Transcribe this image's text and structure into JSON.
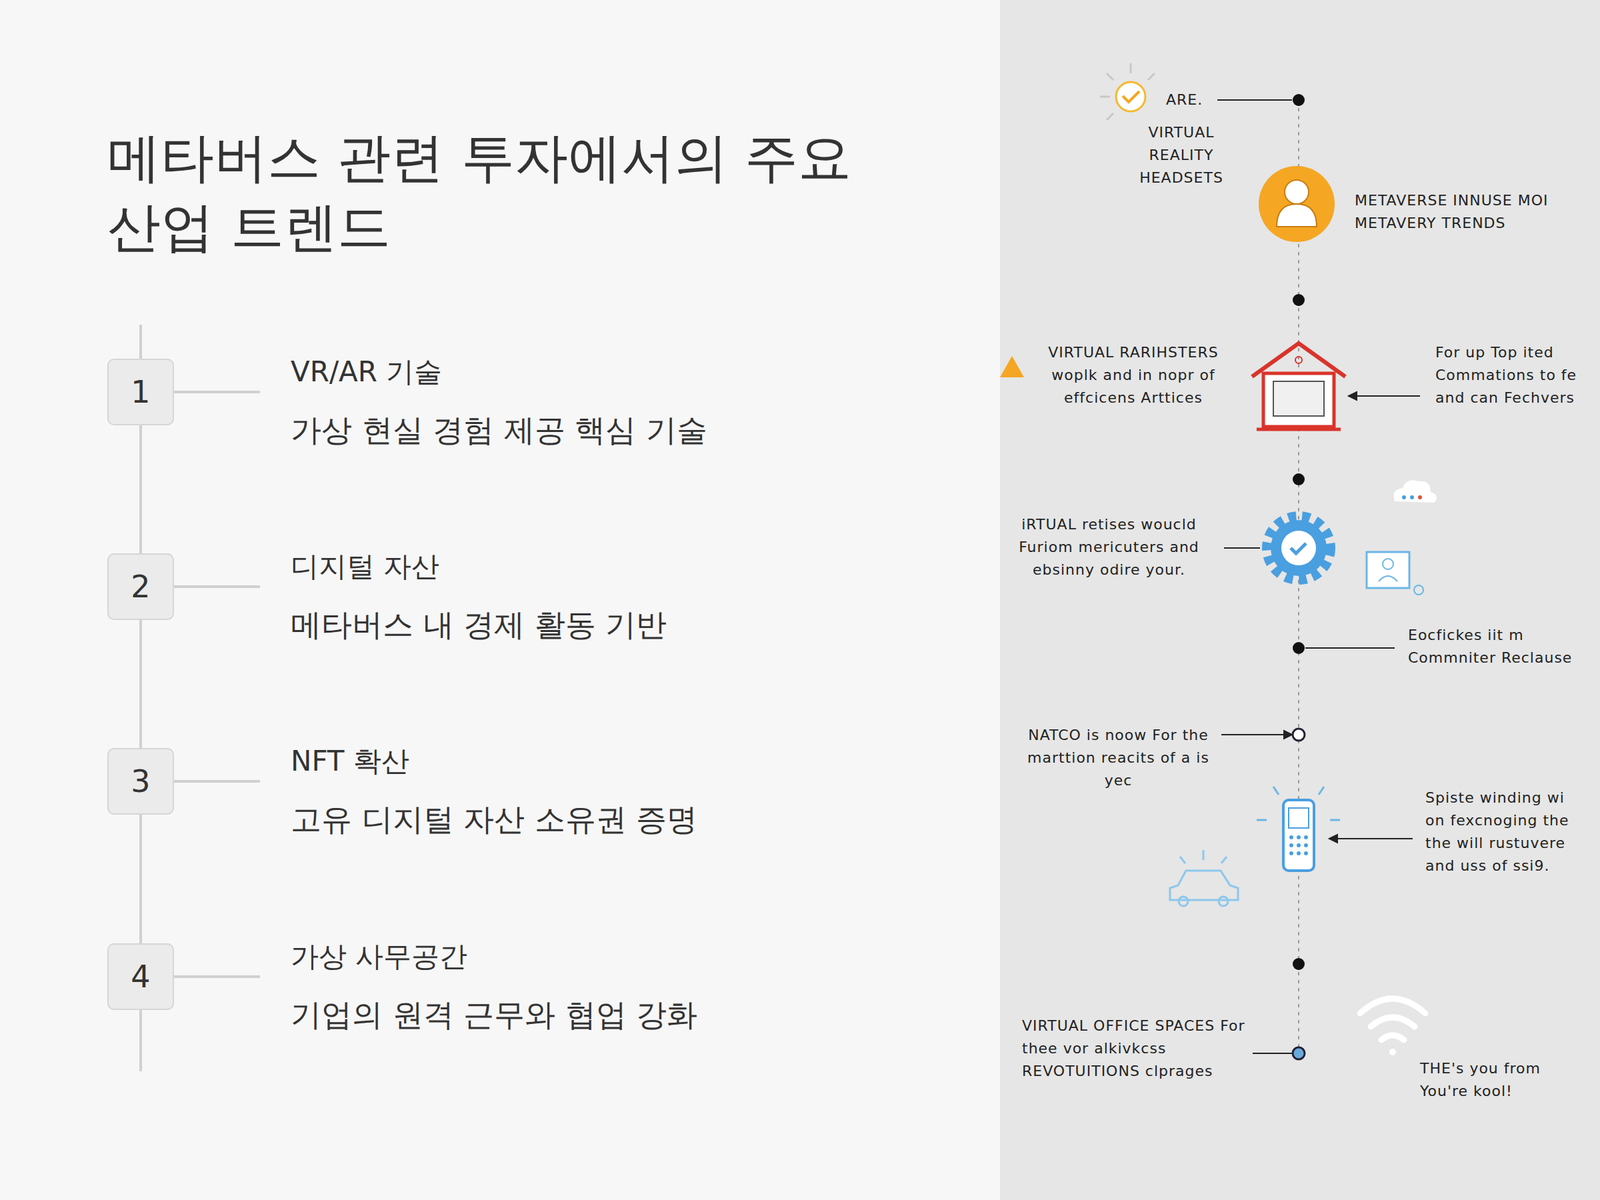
{
  "diagram": {
    "title": "메타버스 관련 투자에서의 주요 산업 트렌드",
    "nodes": [
      {
        "text": [
          "1"
        ]
      },
      {
        "text": [
          "2"
        ]
      },
      {
        "text": [
          "3"
        ]
      },
      {
        "text": [
          "4"
        ]
      }
    ],
    "edges": [
      {
        "from": 0,
        "to": 1,
        "arrow": "none"
      },
      {
        "from": 1,
        "to": 2,
        "arrow": "none"
      },
      {
        "from": 2,
        "to": 3,
        "arrow": "none"
      }
    ],
    "labels": [
      "VR/AR 기술",
      "가상 현실 경험 제공 핵심 기술",
      "디지털 자산",
      "메타버스 내 경제 활동 기반",
      "NFT 확산",
      "고유 디지털 자산 소유권 증명",
      "가상 사무공간",
      "기업의 원격 근무와 협업 강화",
      "ARE.",
      "VIRTUAL REALITY HEADSETS",
      "METAVERSE INNUSE MOI METAVERY TRENDS",
      "VIRTUAL RARIHSTERS woplk and in nopr of effcicens Arttices",
      "For up Top ited Commations to fe and can Fechvers",
      "iRTUAL retises woucld Furiom mericuters and ebsinny odire your.",
      "Eocfickes iit m Commniter Reclause",
      "NATCO is noow For the marttion reacits of a is yec",
      "Spiste winding wi on fexcnoging the the will rustuvere and uss of ssi9.",
      "VIRTUAL OFFICE SPACES For thee vor alkivkcss REVOTUITIONS clprages",
      "THE's you from You're kool!"
    ]
  }
}
